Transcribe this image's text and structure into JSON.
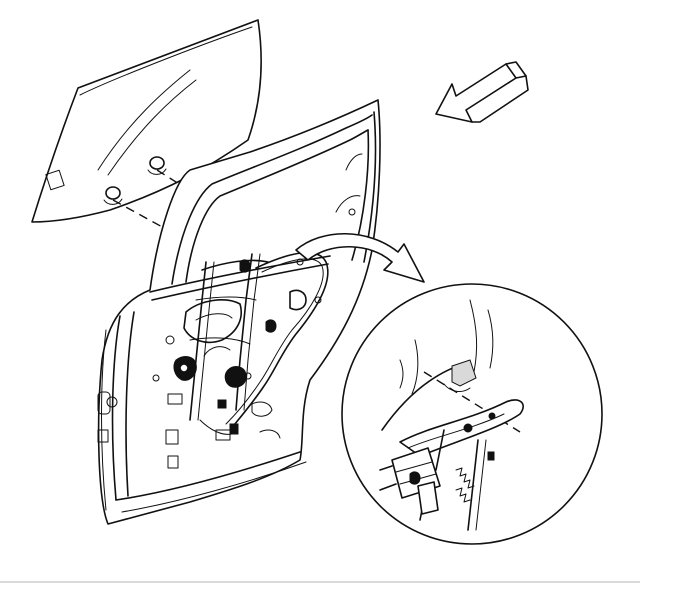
{
  "figure": {
    "components": [
      "window-glass",
      "door-frame",
      "window-regulator",
      "detail-view",
      "direction-arrow"
    ],
    "colors": {
      "line": "#111111",
      "background": "#ffffff",
      "rule": "#b4b4b4"
    }
  }
}
